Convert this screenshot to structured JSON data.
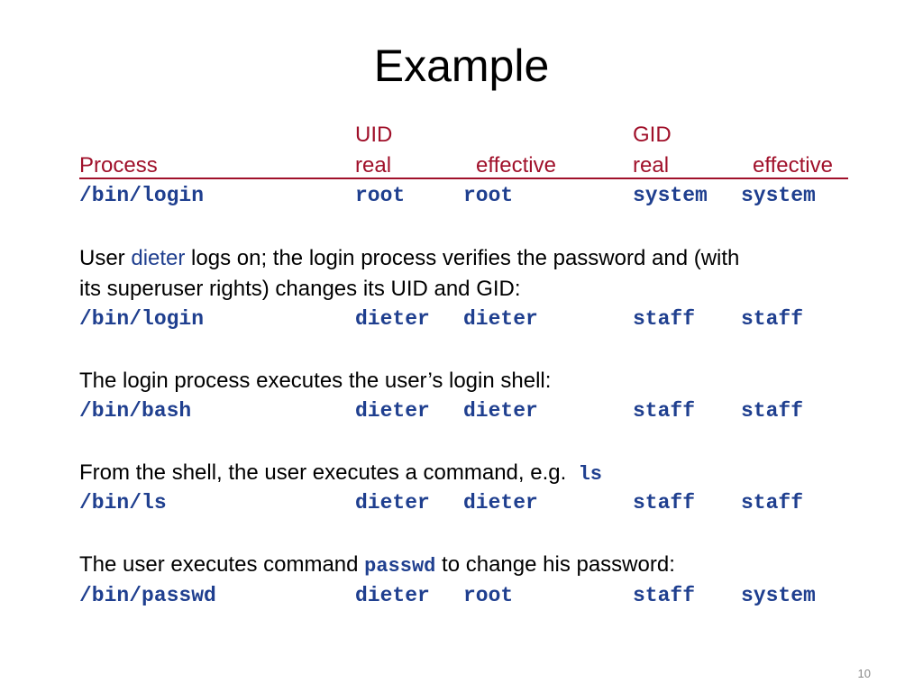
{
  "slide": {
    "title": "Example",
    "header1": {
      "uid": "UID",
      "gid": "GID"
    },
    "header2": {
      "process": "Process",
      "uid_real": "real",
      "uid_effective": "effective",
      "gid_real": "real",
      "gid_effective": "effective"
    },
    "rows": [
      {
        "process": "/bin/login",
        "uid_real": "root",
        "uid_effective": "root",
        "gid_real": "system",
        "gid_effective": "system"
      },
      {
        "process": "/bin/login",
        "uid_real": "dieter",
        "uid_effective": "dieter",
        "gid_real": "staff",
        "gid_effective": "staff"
      },
      {
        "process": "/bin/bash",
        "uid_real": "dieter",
        "uid_effective": "dieter",
        "gid_real": "staff",
        "gid_effective": "staff"
      },
      {
        "process": "/bin/ls",
        "uid_real": "dieter",
        "uid_effective": "dieter",
        "gid_real": "staff",
        "gid_effective": "staff"
      },
      {
        "process": "/bin/passwd",
        "uid_real": "dieter",
        "uid_effective": "root",
        "gid_real": "staff",
        "gid_effective": "system"
      }
    ],
    "para1": {
      "before": "User ",
      "user": "dieter",
      "after": " logs on; the login process verifies the password and (with",
      "line2": "its superuser rights) changes its UID and GID:"
    },
    "para2": "The login process executes the user’s login shell:",
    "para3": {
      "text": "From the shell, the user executes a command, e.g.",
      "cmd": "ls"
    },
    "para4": {
      "before": "The user executes command ",
      "cmd": "passwd",
      "after": " to change his password:"
    },
    "page_number": "10"
  }
}
